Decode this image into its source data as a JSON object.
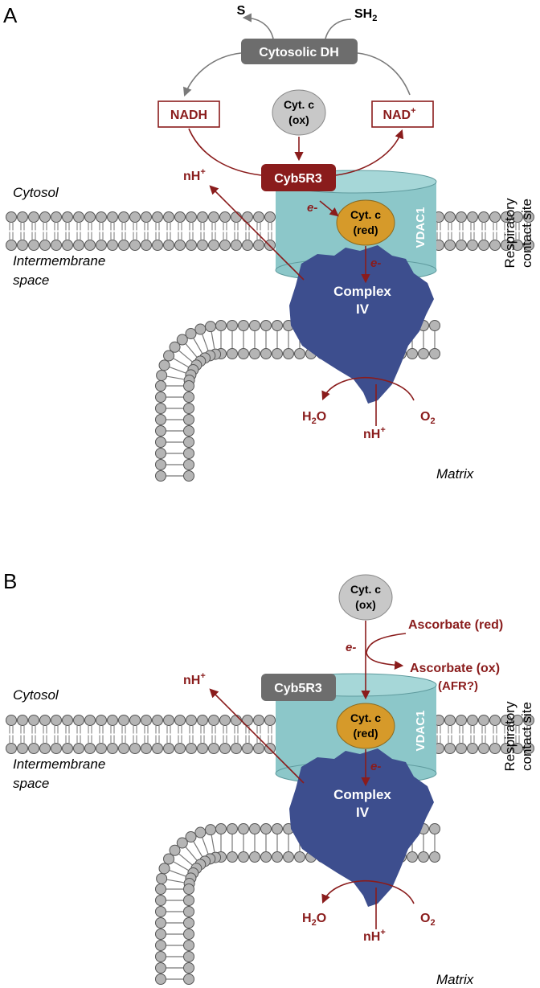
{
  "panels": [
    {
      "letter": "A",
      "cytosol": "Cytosol",
      "intermembrane_line1": "Intermembrane",
      "intermembrane_line2": "space",
      "matrix": "Matrix",
      "contact_line1": "Respiratory",
      "contact_line2": "contact site",
      "vdac": "VDAC1",
      "complex_line1": "Complex",
      "complex_line2": "IV",
      "cytc_red_line1": "Cyt. c",
      "cytc_red_line2": "(red)",
      "cytc_ox_line1": "Cyt. c",
      "cytc_ox_line2": "(ox)",
      "cyb5r3": "Cyb5R3",
      "cytosolic_dh": "Cytosolic DH",
      "substrate": "S",
      "substrate_h2": "SH",
      "substrate_h2_sub": "2",
      "nadh": "NADH",
      "nad": "NAD",
      "nad_sup": "+",
      "nh_top": "nH",
      "nh_top_sup": "+",
      "electron1": "e-",
      "electron2": "e-",
      "h2o": "H",
      "h2o_sub": "2",
      "h2o_o": "O",
      "o2": "O",
      "o2_sub": "2",
      "nh_bottom": "nH",
      "nh_bottom_sup": "+"
    },
    {
      "letter": "B",
      "cytosol": "Cytosol",
      "intermembrane_line1": "Intermembrane",
      "intermembrane_line2": "space",
      "matrix": "Matrix",
      "contact_line1": "Respiratory",
      "contact_line2": "contact site",
      "vdac": "VDAC1",
      "complex_line1": "Complex",
      "complex_line2": "IV",
      "cytc_red_line1": "Cyt. c",
      "cytc_red_line2": "(red)",
      "cytc_ox_line1": "Cyt. c",
      "cytc_ox_line2": "(ox)",
      "cyb5r3": "Cyb5R3",
      "ascorbate_red": "Ascorbate (red)",
      "ascorbate_ox": "Ascorbate (ox)",
      "afr": "(AFR?)",
      "nh_top": "nH",
      "nh_top_sup": "+",
      "electron1": "e-",
      "electron2": "e-",
      "h2o": "H",
      "h2o_sub": "2",
      "h2o_o": "O",
      "o2": "O",
      "o2_sub": "2",
      "nh_bottom": "nH",
      "nh_bottom_sup": "+"
    }
  ],
  "colors": {
    "dark_red": "#8a1c1c",
    "gray_box": "#6d6d6d",
    "gray_oval": "#c8c8c8",
    "vdac": "#8cc7c9",
    "complex": "#3d4e8e",
    "cytc_red": "#d69a2a",
    "lipid_head": "#b5b5b5"
  }
}
